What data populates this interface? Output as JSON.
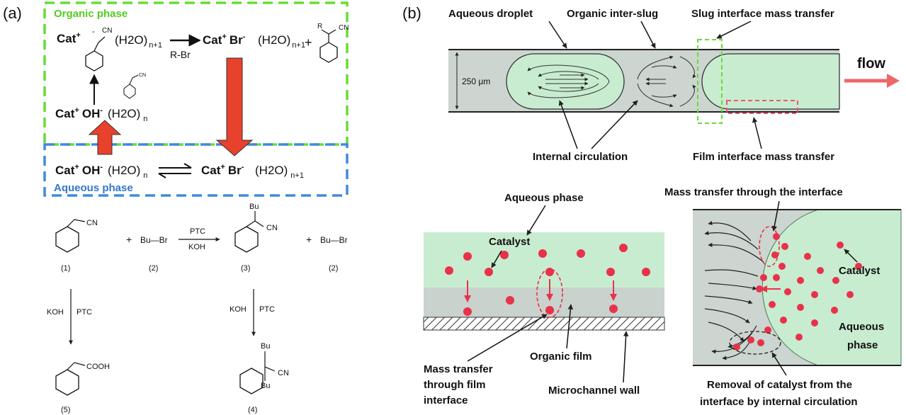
{
  "panel_a": {
    "label": "(a)",
    "organic_phase_label": "Organic phase",
    "aqueous_phase_label": "Aqueous phase",
    "reagent_rbr": "R-Br",
    "substituent_cn": "CN",
    "substituent_r": "R",
    "cat": "Cat",
    "oh": "OH",
    "br": "Br",
    "h2o": "(H2O)",
    "n": "n",
    "n_plus_1": "n+1",
    "plus": "+",
    "compound_1": "(1)",
    "compound_2": "(2)",
    "compound_3": "(3)",
    "compound_4": "(4)",
    "compound_5": "(5)",
    "bu_br": "Bu—Br",
    "bu": "Bu",
    "ptc": "PTC",
    "koh": "KOH",
    "cooh": "COOH",
    "colors": {
      "organic_border": "#66dd33",
      "aqueous_border": "#4488dd",
      "red_arrow": "#e8412c"
    }
  },
  "panel_b": {
    "label": "(b)",
    "aqueous_droplet": "Aqueous droplet",
    "organic_inter_slug": "Organic inter-slug",
    "slug_interface": "Slug interface mass transfer",
    "flow": "flow",
    "channel_width": "250 μm",
    "internal_circulation": "Internal circulation",
    "film_interface": "Film interface mass transfer",
    "aqueous_phase": "Aqueous phase",
    "catalyst": "Catalyst",
    "organic_film": "Organic film",
    "microchannel_wall": "Microchannel wall",
    "mass_transfer_film": [
      "Mass transfer",
      "through film",
      "interface"
    ],
    "mass_transfer_interface": "Mass transfer through the interface",
    "aqueous_phase_two_line": [
      "Aqueous",
      "phase"
    ],
    "removal_caption": [
      "Removal of catalyst from the",
      "interface by internal circulation"
    ],
    "colors": {
      "droplet": "#c8ecd0",
      "film": "#c9d2cd",
      "catalyst": "#e8324a",
      "flow_arrow": "#ee6666"
    }
  }
}
